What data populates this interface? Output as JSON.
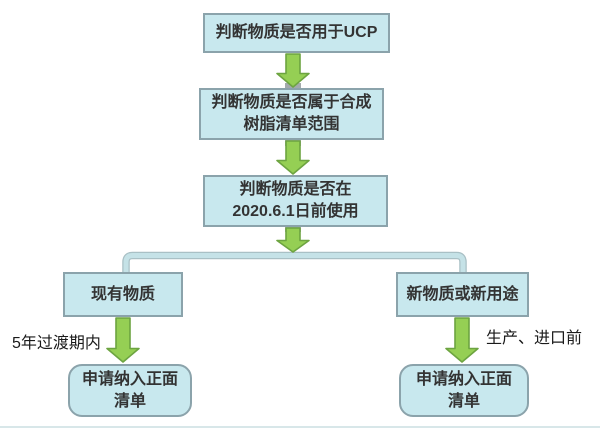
{
  "flowchart": {
    "nodes": {
      "step1": {
        "text": "判断物质是否用于UCP"
      },
      "step2": {
        "line1": "判断物质是否属于合成",
        "line2": "树脂清单范围"
      },
      "step3": {
        "line1": "判断物质是否在",
        "line2": "2020.6.1日前使用"
      },
      "branch_left": {
        "text": "现有物质"
      },
      "branch_right": {
        "text": "新物质或新用途"
      },
      "outcome_left": {
        "line1": "申请纳入正面",
        "line2": "清单"
      },
      "outcome_right": {
        "line1": "申请纳入正面",
        "line2": "清单"
      }
    },
    "annotations": {
      "left": "5年过渡期内",
      "right": "生产、进口前"
    },
    "colors": {
      "node_fill": "#c8e8ee",
      "node_border": "#8ba3ab",
      "arrow_fill": "#95cf54",
      "arrow_border": "#6da441",
      "connector_fill": "#c5e2e7",
      "connector_border": "#a9c0c5",
      "text": "#333333",
      "annotation_text": "#1a1a1a",
      "stub": "#a3aaac",
      "divider": "#d8e7e9"
    }
  }
}
